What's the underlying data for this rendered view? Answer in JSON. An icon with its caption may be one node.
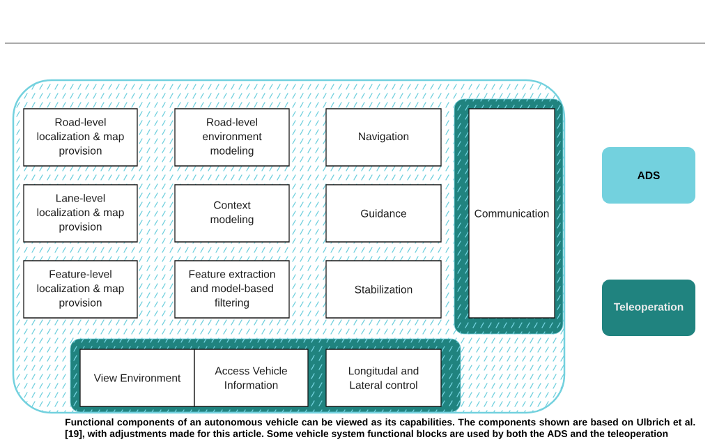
{
  "diagram": {
    "nodes": [
      {
        "text": [],
        "shape": "box"
      },
      {
        "text": [
          "Road-level localization & map provision"
        ],
        "in": 0
      },
      {
        "text": [
          "Road-level environment modeling"
        ],
        "in": 0
      },
      {
        "text": [
          "Navigation"
        ],
        "in": 0
      },
      {
        "text": [],
        "shape": "box",
        "in": 0
      },
      {
        "text": [
          "Communication"
        ],
        "in": 4
      },
      {
        "text": [
          "Lane-level localization & map provision"
        ],
        "in": 0
      },
      {
        "text": [
          "Context modeling"
        ],
        "in": 0
      },
      {
        "text": [
          "Guidance"
        ],
        "in": 0
      },
      {
        "text": [
          "Feature-level localization & map provision"
        ],
        "in": 0
      },
      {
        "text": [
          "Feature extraction and model-based filtering"
        ],
        "in": 0
      },
      {
        "text": [
          "Stabilization"
        ],
        "in": 0
      },
      {
        "text": [],
        "shape": "box",
        "in": 0
      },
      {
        "text": [
          "View Environment"
        ],
        "in": 12
      },
      {
        "text": [
          "Access Vehicle Information"
        ],
        "in": 12
      },
      {
        "text": [
          "Longitudal and Lateral control"
        ],
        "in": 12
      }
    ],
    "legend": [
      {
        "text": "ADS",
        "color": "#73d1de"
      },
      {
        "text": "Teleoperation",
        "color": "#20837f"
      }
    ],
    "caption": "Functional components of an autonomous vehicle can be viewed as its capabilities. The components shown are based on Ulbrich et al. [19], with adjustments made for this article. Some vehicle system functional blocks are used by both the ADS and the teleoperation"
  }
}
